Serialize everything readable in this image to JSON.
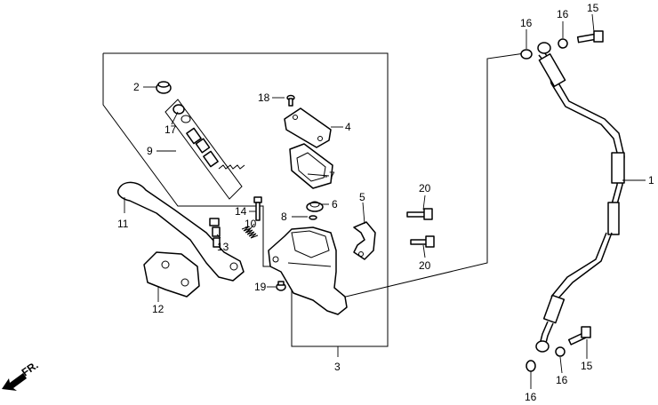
{
  "callouts": {
    "c1": "1",
    "c2": "2",
    "c3": "3",
    "c4": "4",
    "c5": "5",
    "c6": "6",
    "c7": "7",
    "c8": "8",
    "c9": "9",
    "c10": "10",
    "c11": "11",
    "c12": "12",
    "c13": "13",
    "c14": "14",
    "c15_top": "15",
    "c15_bot": "15",
    "c16_top": "16",
    "c16_bot": "16",
    "c16_mid": "16",
    "c17": "17",
    "c18": "18",
    "c19": "19",
    "c20_top": "20",
    "c20_bot": "20"
  },
  "direction": {
    "label": "FR."
  }
}
